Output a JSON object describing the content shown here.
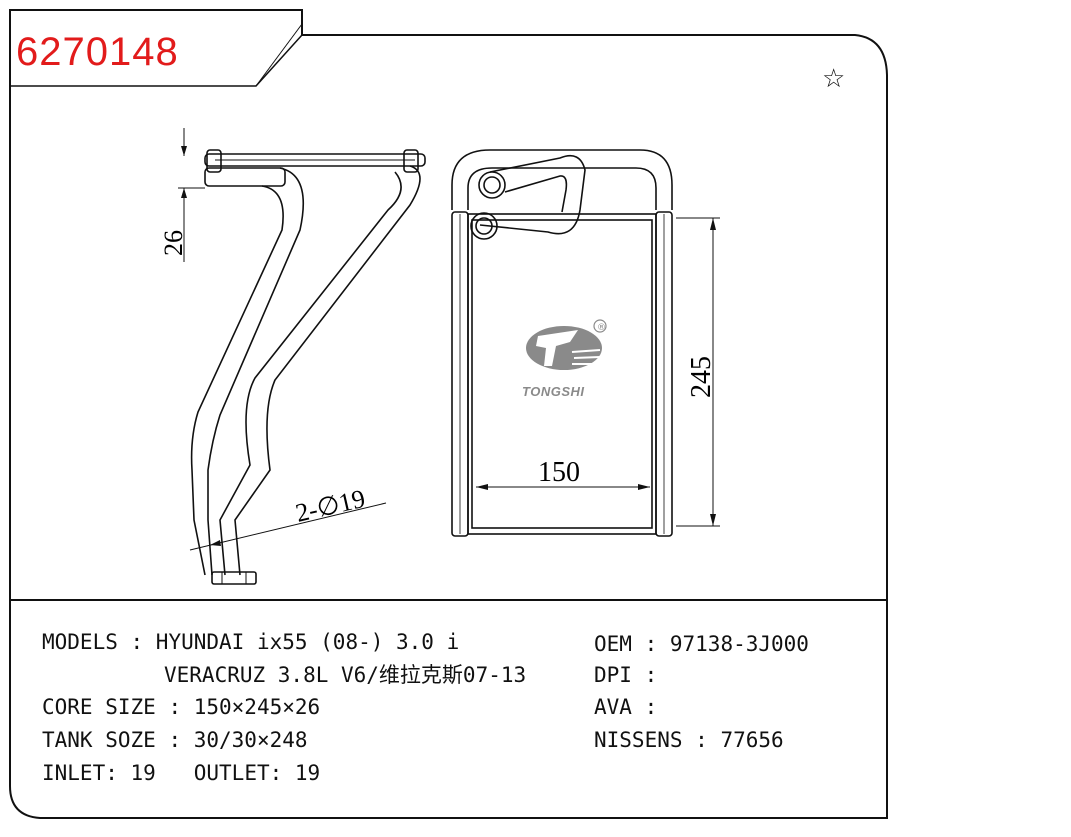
{
  "header": {
    "part_number": "6270148",
    "part_number_color": "#e21b1b"
  },
  "favorite": {
    "icon": "star-outline-icon",
    "glyph": "☆"
  },
  "drawing": {
    "side_view": {
      "depth_label": "26",
      "pipe_label": "2-∅19"
    },
    "front_view": {
      "height_label": "245",
      "width_label": "150"
    },
    "logo": {
      "text": "TONGSHI",
      "registered_mark": "®"
    }
  },
  "specs": {
    "models_label": "MODELS",
    "models_line1": "HYUNDAI ix55 (08-) 3.0 i",
    "models_line2": "VERACRUZ 3.8L V6/维拉克斯07-13",
    "core_size_label": "CORE SIZE",
    "core_size_value": "150×245×26",
    "tank_size_label": "TANK SOZE",
    "tank_size_value": "30/30×248",
    "inlet_label": "INLET",
    "inlet_value": "19",
    "outlet_label": "OUTLET",
    "outlet_value": "19",
    "oem_label": "OEM",
    "oem_value": "97138-3J000",
    "dpi_label": "DPI",
    "dpi_value": "",
    "ava_label": "AVA",
    "ava_value": "",
    "nissens_label": "NISSENS",
    "nissens_value": "77656"
  }
}
